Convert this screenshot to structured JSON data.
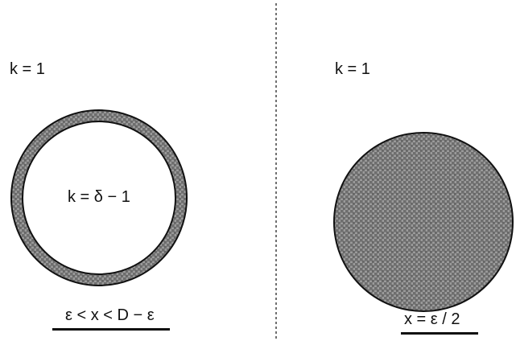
{
  "left_panel": {
    "k_label": "k = 1",
    "inner_label": "k = δ − 1",
    "condition": "ε < x < D − ε"
  },
  "right_panel": {
    "k_label": "k = 1",
    "condition": "x = ε / 2"
  },
  "colors": {
    "ink": "#111111",
    "hatch_fill": "#8a8a8a",
    "background": "#ffffff"
  }
}
